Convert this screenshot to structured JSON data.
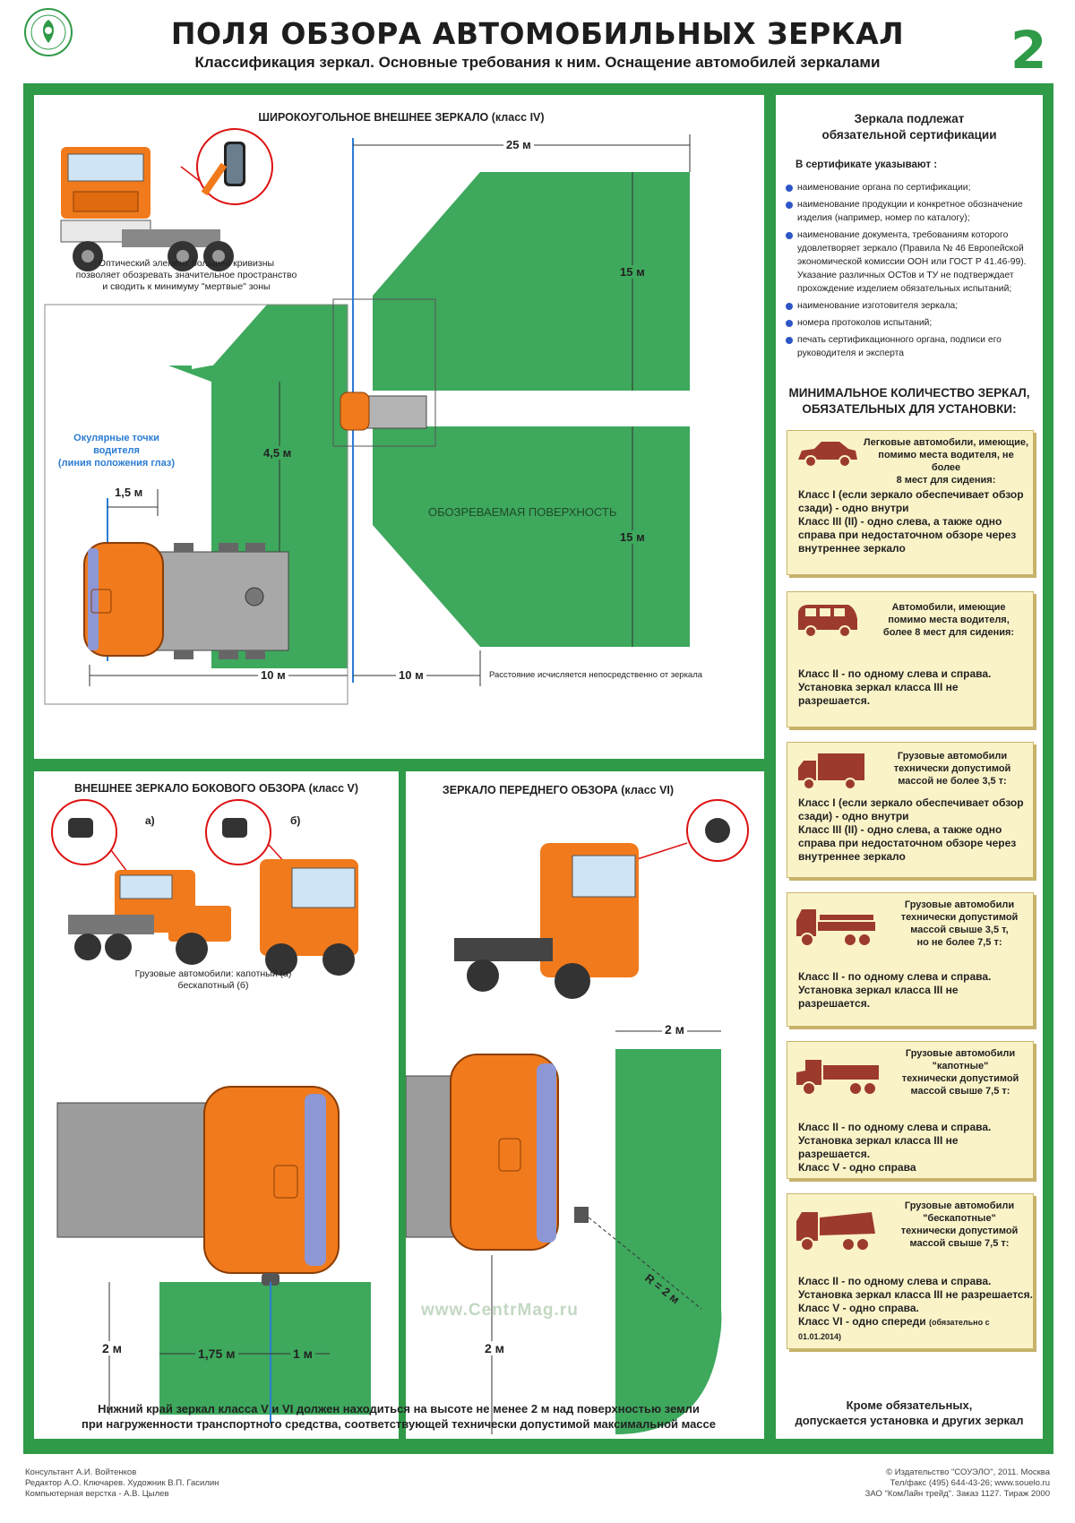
{
  "header": {
    "title": "ПОЛЯ ОБЗОРА АВТОМОБИЛЬНЫХ ЗЕРКАЛ",
    "subtitle": "Классификация зеркал. Основные требования к ним. Оснащение автомобилей зеркалами",
    "page_number": "2"
  },
  "wide_angle": {
    "title": "ШИРОКОУГОЛЬНОЕ ВНЕШНЕЕ ЗЕРКАЛО (класс IV)",
    "caption": [
      "Оптический элемент большей кривизны",
      "позволяет обозревать значительное пространство",
      "и сводить к минимуму \"мертвые\" зоны"
    ],
    "eye_points": [
      "Окулярные точки водителя",
      "(линия положения глаз)"
    ],
    "dim_1_5": "1,5 м",
    "dim_4_5": "4,5 м",
    "dim_10_left": "10 м",
    "dim_25": "25 м",
    "dim_15_top": "15 м",
    "dim_15_bottom": "15 м",
    "dim_10_right": "10 м",
    "surface_label": "ОБОЗРЕВАЕМАЯ ПОВЕРХНОСТЬ",
    "distance_note": "Расстояние исчисляется непосредственно от зеркала"
  },
  "side_view": {
    "title": "ВНЕШНЕЕ  ЗЕРКАЛО БОКОВОГО ОБЗОРА (класс V)",
    "label_a": "а)",
    "label_b": "б)",
    "caption": [
      "Грузовые автомобили: капотный (а)",
      "бескапотный (б)"
    ],
    "dim_2": "2 м",
    "dim_1_75": "1,75 м",
    "dim_1": "1 м"
  },
  "front_view": {
    "title": "ЗЕРКАЛО ПЕРЕДНЕГО ОБЗОРА (класс VI)",
    "dim_2_top": "2 м",
    "dim_2_left": "2 м",
    "radius": "R = 2 м"
  },
  "watermark": "www.CentrMag.ru",
  "bottom_note": [
    "Нижний край зеркал класса V и VI должен находиться на высоте не менее 2 м над поверхностью земли",
    "при нагруженности транспортного средства, соответствующей технически допустимой максимальной массе"
  ],
  "certification": {
    "title": [
      "Зеркала подлежат",
      "обязательной сертификации"
    ],
    "lead": "В сертификате указывают :",
    "items": [
      "наименование органа по сертификации;",
      "наименование продукции и конкретное обозначение изделия (например, номер по каталогу);",
      "наименование документа, требованиям которого удовлетворяет зеркало (Правила № 46 Европейской экономической комиссии ООН или ГОСТ Р 41.46-99). Указание различных ОСТов и ТУ не подтверждает прохождение изделием обязательных испытаний;",
      "наименование изготовителя зеркала;",
      "номера протоколов испытаний;",
      "печать сертификационного органа, подписи его руководителя и эксперта"
    ]
  },
  "minimum": {
    "title": [
      "МИНИМАЛЬНОЕ КОЛИЧЕСТВО ЗЕРКАЛ,",
      "ОБЯЗАТЕЛЬНЫХ ДЛЯ УСТАНОВКИ:"
    ],
    "boxes": [
      {
        "icon": "car-icon",
        "head": [
          "Легковые автомобили, имеющие,",
          "помимо места водителя, не более",
          "8 мест для сидения:"
        ],
        "body": [
          "Класс I (если зеркало обеспечивает обзор",
          "сзади) - одно внутри",
          "Класс III (II) - одно слева, а также одно",
          "справа при недостаточном обзоре через",
          "внутреннее зеркало"
        ]
      },
      {
        "icon": "minibus-icon",
        "head": [
          "Автомобили, имеющие",
          "помимо места водителя,",
          "более 8 мест для сидения:"
        ],
        "body": [
          "Класс II - по одному слева и справа.",
          "Установка зеркал класса III не разрешается."
        ]
      },
      {
        "icon": "van-truck-icon",
        "head": [
          "Грузовые автомобили",
          "технически допустимой",
          "массой не более 3,5 т:"
        ],
        "body": [
          "Класс I (если зеркало обеспечивает обзор",
          "сзади) - одно внутри",
          "Класс III (II) - одно слева, а также одно",
          "справа при недостаточном обзоре через",
          "внутреннее зеркало"
        ]
      },
      {
        "icon": "flatbed-truck-icon",
        "head": [
          "Грузовые автомобили",
          "технически допустимой",
          "массой свыше 3,5 т,",
          "но не более 7,5 т:"
        ],
        "body": [
          "Класс II - по одному слева и справа.",
          "Установка зеркал класса III не разрешается."
        ]
      },
      {
        "icon": "hood-truck-icon",
        "head": [
          "Грузовые автомобили",
          "\"капотные\"",
          "технически допустимой",
          "массой свыше 7,5 т:"
        ],
        "body": [
          "Класс II - по одному слева и справа.",
          "Установка зеркал класса III не разрешается.",
          "Класс V - одно справа"
        ]
      },
      {
        "icon": "dump-truck-icon",
        "head": [
          "Грузовые автомобили",
          "\"бескапотные\"",
          "технически допустимой",
          "массой свыше 7,5 т:"
        ],
        "body": [
          "Класс II - по одному слева и справа.",
          "Установка зеркал класса III не разрешается.",
          "Класс V - одно справа.",
          "Класс VI - одно спереди"
        ],
        "note": "(обязательно с 01.01.2014)"
      }
    ],
    "footer": [
      "Кроме обязательных,",
      "допускается установка и других зеркал"
    ]
  },
  "credits": {
    "left": [
      "Консультант А.И. Войтенков",
      "Редактор А.О. Ключарев. Художник В.П. Гасилин",
      "Компьютерная верстка - А.В. Цылев"
    ],
    "right": [
      "© Издательство \"СОУЭЛО\", 2011. Москва",
      "Тел/факс (495) 644-43-26; www.souelo.ru",
      "ЗАО \"КомЛайн трейд\". Заказ 1127. Тираж 2000"
    ]
  },
  "colors": {
    "frame": "#2f9a48",
    "zone": "#3ea85d",
    "cab": "#f07a1c",
    "icon": "#9c3b2c",
    "box": "#fbf3c8"
  }
}
